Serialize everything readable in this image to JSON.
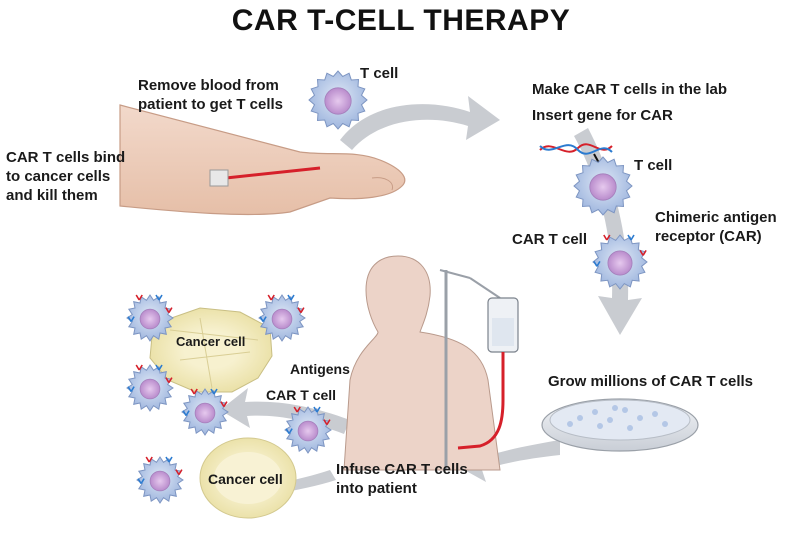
{
  "title": "CAR T-CELL THERAPY",
  "labels": {
    "t_cell_top": "T cell",
    "remove_blood": [
      "Remove blood from",
      "patient to get T cells"
    ],
    "car_bind": [
      "CAR T cells bind",
      "to cancer cells",
      "and kill them"
    ],
    "make_car": "Make CAR T cells in the lab",
    "insert_gene": "Insert gene for CAR",
    "t_cell_right": "T cell",
    "car_t_cell_right": "CAR T cell",
    "chimeric": [
      "Chimeric antigen",
      "receptor (CAR)"
    ],
    "grow": "Grow millions of CAR T cells",
    "infuse": [
      "Infuse CAR T cells",
      "into patient"
    ],
    "cancer_cell_top": "Cancer cell",
    "antigens": "Antigens",
    "car_t_cell_left": "CAR T cell",
    "cancer_cell_bottom": "Cancer cell"
  },
  "colors": {
    "arrow": "#c9ccd1",
    "t_cell_body": "#a9bfe3",
    "t_cell_nucleus": "#c9a2d8",
    "skin": "#efd3c3",
    "silhouette": "#ecd3c8",
    "blood": "#d6202a",
    "cancer_cell": "#f6f0c8",
    "receptor": "#d6202a",
    "antigen": "#3a9b3a"
  },
  "icons": [
    "t-cell-icon",
    "car-t-cell-icon",
    "cancer-cell-icon",
    "dna-icon",
    "iv-bag-icon",
    "petri-dish-icon",
    "arm-icon",
    "patient-silhouette-icon"
  ]
}
